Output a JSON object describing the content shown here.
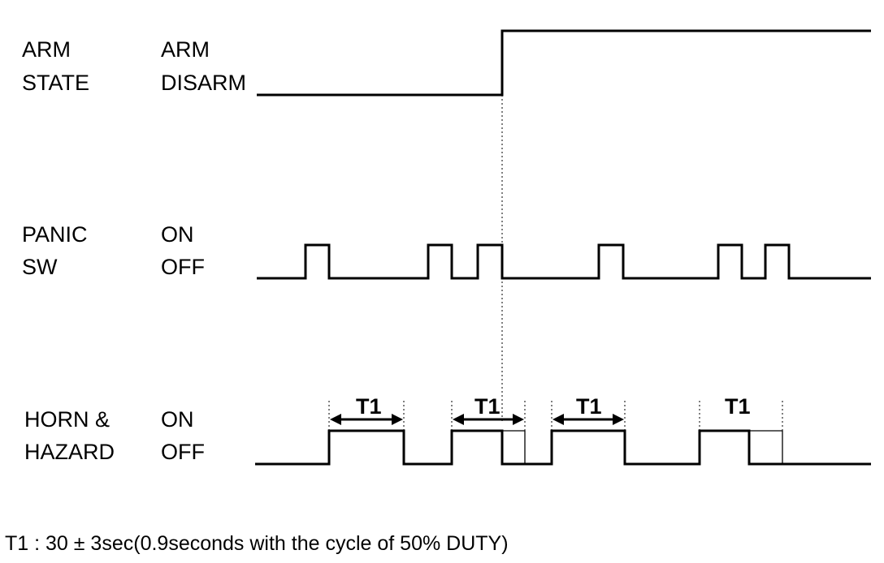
{
  "signals": {
    "arm": {
      "name_line1": "ARM",
      "name_line2": "STATE",
      "high_label": "ARM",
      "low_label": "DISARM"
    },
    "panic": {
      "name_line1": "PANIC",
      "name_line2": "SW",
      "high_label": "ON",
      "low_label": "OFF"
    },
    "horn": {
      "name_line1": "HORN &",
      "name_line2": "HAZARD",
      "high_label": "ON",
      "low_label": "OFF"
    }
  },
  "intervals": [
    "T1",
    "T1",
    "T1",
    "T1"
  ],
  "footnote": "T1 : 30 ± 3sec(0.9seconds with the cycle of 50% DUTY)"
}
